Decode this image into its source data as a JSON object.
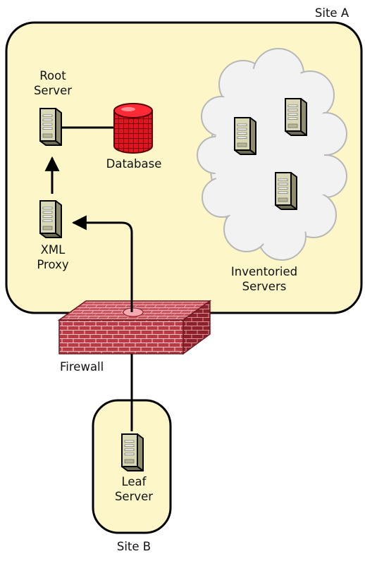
{
  "sites": {
    "site_a": "Site A",
    "site_b": "Site B"
  },
  "nodes": {
    "root_server": [
      "Root",
      "Server"
    ],
    "database": "Database",
    "xml_proxy": [
      "XML",
      "Proxy"
    ],
    "inventoried_servers": [
      "Inventoried",
      "Servers"
    ],
    "firewall": "Firewall",
    "leaf_server": [
      "Leaf",
      "Server"
    ]
  },
  "colors": {
    "site_fill": "#fdf6c8",
    "cloud_fill": "#f1f1f1",
    "firewall_brick": "#b5363f",
    "database_red": "#e0101c",
    "server_body": "#d6d4b2"
  }
}
